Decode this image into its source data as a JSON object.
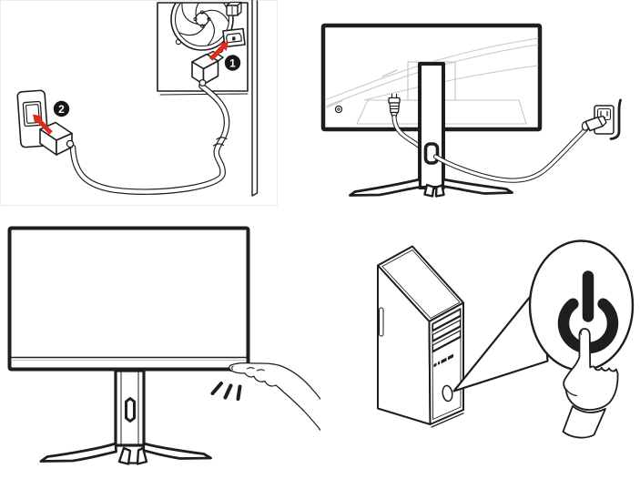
{
  "figure": {
    "name": "monitor-power-setup-instructions",
    "panels": [
      {
        "name": "connect-power-cord-psu-and-outlet",
        "badges": [
          {
            "label": "1"
          },
          {
            "label": "2"
          }
        ]
      },
      {
        "name": "monitor-rear-power-cord-to-wall-outlet",
        "badges": []
      },
      {
        "name": "press-monitor-power-button",
        "badges": []
      },
      {
        "name": "press-pc-power-button",
        "badges": []
      }
    ]
  },
  "icons": {
    "power": "power-icon",
    "arrow": "red-arrow-icon",
    "fan": "psu-fan-grille-icon"
  },
  "colors": {
    "line": "#1e1e1e",
    "light": "#c3c7cb",
    "red": "#de2b1d",
    "badge_bg": "#151617",
    "badge_text": "#ffffff",
    "panel_border": "#e9edf1"
  }
}
